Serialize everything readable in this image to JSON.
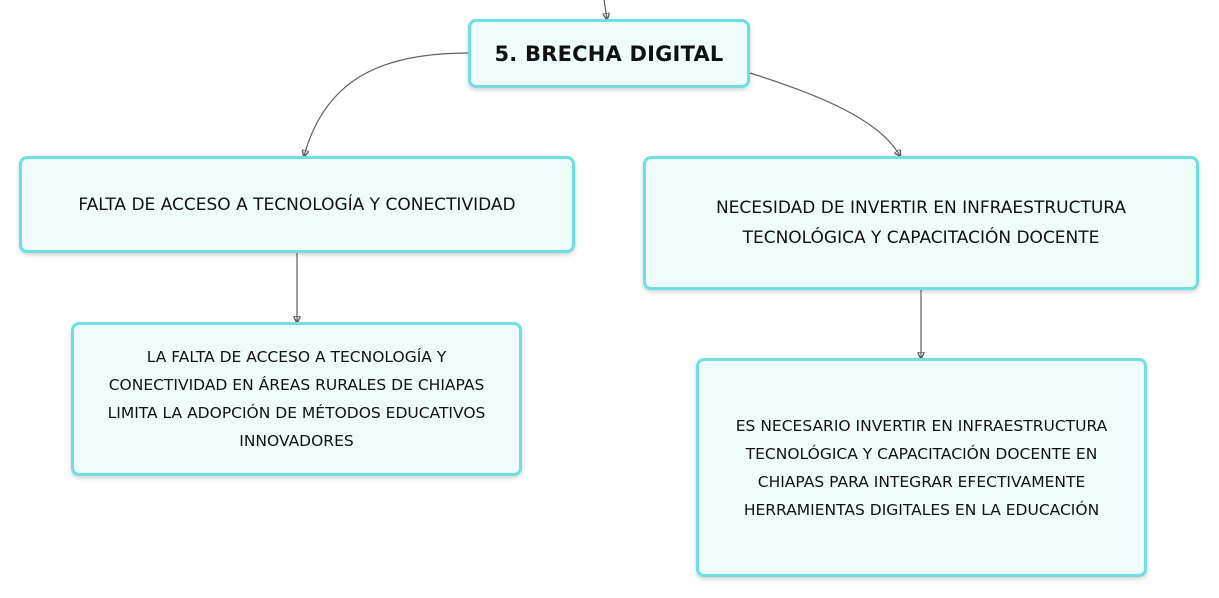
{
  "diagram": {
    "root": {
      "label": "5. BRECHA DIGITAL"
    },
    "branches": [
      {
        "label": "FALTA DE ACCESO A TECNOLOGÍA Y CONECTIVIDAD",
        "child": "LA FALTA DE ACCESO A TECNOLOGÍA Y CONECTIVIDAD EN ÁREAS RURALES DE CHIAPAS LIMITA LA ADOPCIÓN DE MÉTODOS EDUCATIVOS INNOVADORES"
      },
      {
        "label": "NECESIDAD DE INVERTIR EN INFRAESTRUCTURA TECNOLÓGICA Y CAPACITACIÓN DOCENTE",
        "child": "ES NECESARIO INVERTIR EN INFRAESTRUCTURA TECNOLÓGICA Y CAPACITACIÓN DOCENTE EN CHIAPAS PARA INTEGRAR EFECTIVAMENTE HERRAMIENTAS DIGITALES EN LA EDUCACIÓN"
      }
    ],
    "colors": {
      "node_border": "#6fdfdf",
      "node_fill": "#f0fcfc",
      "connector": "#5f5f5f",
      "text": "#111111"
    }
  }
}
